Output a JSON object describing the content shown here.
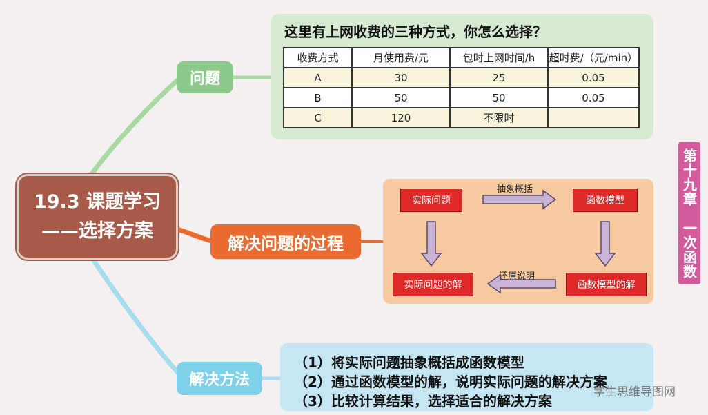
{
  "central": {
    "line1": "19.3 课题学习",
    "line2": "——选择方案"
  },
  "branches": {
    "question": "问题",
    "process": "解决问题的过程",
    "method": "解决方法"
  },
  "question": {
    "title": "这里有上网收费的三种方式，你怎么选择？",
    "table": {
      "headers": [
        "收费方式",
        "月使用费/元",
        "包时上网时间/h",
        "超时费/（元/min）"
      ],
      "rows": [
        [
          "A",
          "30",
          "25",
          "0.05"
        ],
        [
          "B",
          "50",
          "50",
          "0.05"
        ],
        [
          "C",
          "120",
          "不限时",
          ""
        ]
      ]
    }
  },
  "process": {
    "nodes": {
      "real_problem": "实际问题",
      "function_model": "函数模型",
      "function_solution": "函数模型的解",
      "real_solution": "实际问题的解"
    },
    "labels": {
      "abstract": "抽象概括",
      "restore": "还原说明"
    }
  },
  "methods": [
    "（1）将实际问题抽象概括成函数模型",
    "（2）通过函数模型的解，说明实际问题的解决方案",
    "（3）比较计算结果，选择适合的解决方案"
  ],
  "chapter": "第十九章　一次函数",
  "watermark": "学生思维导图网",
  "colors": {
    "central": "#a85a48",
    "question_branch": "#8dc98a",
    "process_branch": "#ea6b2f",
    "method_branch": "#7ecfe8",
    "process_node": "#e02a2a",
    "chapter_tab": "#d35a9c"
  }
}
